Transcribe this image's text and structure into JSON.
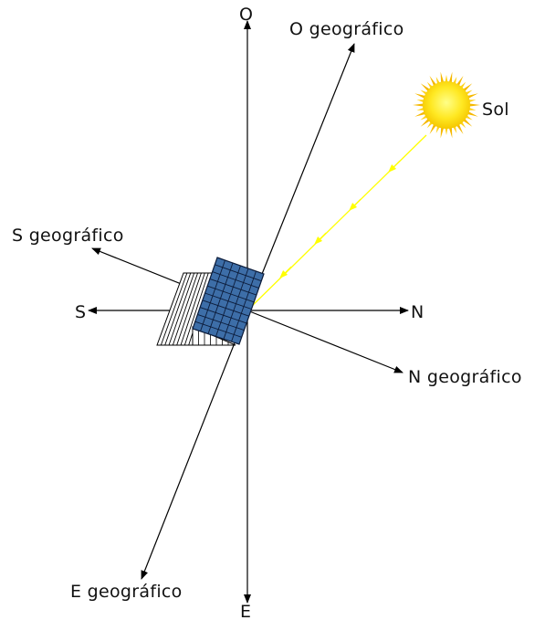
{
  "labels": {
    "north": "N",
    "south": "S",
    "west": "O",
    "east": "E",
    "north_geo": "N geográfico",
    "south_geo": "S geográfico",
    "west_geo": "O geográfico",
    "east_geo": "E geográfico",
    "sun": "Sol"
  },
  "colors": {
    "axis": "#000000",
    "sun_ray": "#ffff00",
    "sun_body": "#ffdd00",
    "sun_core": "#ffee33",
    "sun_rays_outer": "#f4b400",
    "panel_fill": "#3d6ea8",
    "panel_grid": "#0c1c3a",
    "frame_hatch": "#000000"
  },
  "icons": {
    "sun": "sun-icon",
    "solar_panel": "solar-panel-icon"
  }
}
